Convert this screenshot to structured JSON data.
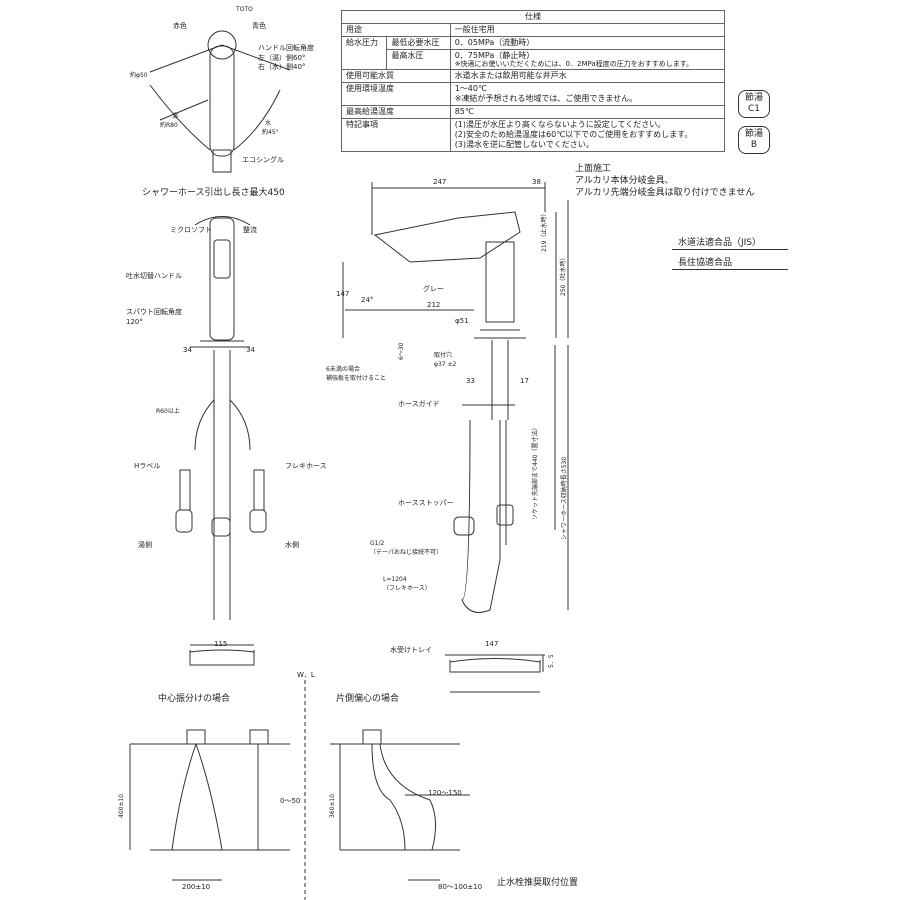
{
  "spec": {
    "title": "仕様",
    "rows": [
      {
        "label": "用途",
        "value": "一般住宅用"
      },
      {
        "label": "給水圧力",
        "sub": "最低必要水圧",
        "value": "0．05MPa（流動時）"
      },
      {
        "label": "",
        "sub": "最高水圧",
        "value": "0．75MPa（静止時）",
        "note": "※快適にお使いいただくためには、0．2MPa程度の圧力をおすすめします。"
      },
      {
        "label": "使用可能水質",
        "value": "水道水または飲用可能な井戸水"
      },
      {
        "label": "使用環境温度",
        "value": "1～40℃",
        "note": "※凍結が予想される地域では、ご使用できません。"
      },
      {
        "label": "最高給湯温度",
        "value": "85℃"
      },
      {
        "label": "特記事項",
        "value": "(1)湯圧が水圧より高くならないように設定してください。",
        "note": "(2)安全のため給湯温度は60℃以下でのご使用をおすすめします。",
        "note2": "(3)湯水を逆に配管しないでください。"
      }
    ]
  },
  "badges": {
    "b1": "節湯\nC1",
    "b2": "節湯\nB"
  },
  "install": {
    "line1": "上面施工",
    "line2": "アルカリ本体分岐金具、",
    "line3": "アルカリ先端分岐金具は取り付けできません"
  },
  "certs": {
    "c1": "水道法適合品（JIS）",
    "c2": "長住協適合品"
  },
  "top_view": {
    "toto": "TOTO",
    "red": "赤色",
    "blue": "青色",
    "rot_title": "ハンドル回転角度",
    "rot_left": "左（湯）側60°",
    "rot_right": "右（水）側40°",
    "dia": "約φ50",
    "hot": "湯",
    "hot2": "約R80",
    "cold": "水",
    "cold2": "約45°",
    "eco": "エコシングル"
  },
  "shower_caption": "シャワーホース引出し長さ最大450",
  "front_view": {
    "micro": "ミクロソフト",
    "flow": "整流",
    "handle": "吐水切替ハンドル",
    "spout": "スパウト回転角度",
    "spout2": "120°",
    "d34a": "34",
    "d34b": "34",
    "r60": "R60以上",
    "hlabel": "Hラベル",
    "flexi": "フレキホース",
    "hotside": "湯側",
    "coldside": "水側",
    "d115": "115"
  },
  "side_view": {
    "d247": "247",
    "d38": "38",
    "d147": "147",
    "d24": "24°",
    "gray": "グレー",
    "d212": "212",
    "d51": "φ51",
    "d219": "219（止水時）",
    "d250": "250（吐水時）",
    "hole": "取付穴",
    "hole2": "φ37 ±2",
    "d630": "6～30",
    "note6": "6未満の場合",
    "note6b": "補強板を取付けること",
    "d33": "33",
    "d17": "17",
    "guide": "ホースガイド",
    "socket": "ソケット先端部まで440（置寸法）",
    "hose_len": "シャワーホース収納時長さ530",
    "stopper": "ホースストッパー",
    "g12": "G1/2",
    "g12b": "（テーパおねじ接続不可）",
    "l1204": "L=1204",
    "l1204b": "（フレキホース）",
    "tray": "水受けトレイ",
    "d147b": "147",
    "d55": "5．5"
  },
  "wl": "W．L",
  "bottom": {
    "center_title": "中心振分けの場合",
    "side_title": "片側偏心の場合",
    "d400": "400±10",
    "d360": "360±10",
    "d050": "0～50",
    "d120": "120～150",
    "d200": "200±10",
    "d80": "80～100±10",
    "valve_pos": "止水栓推奨取付位置"
  }
}
